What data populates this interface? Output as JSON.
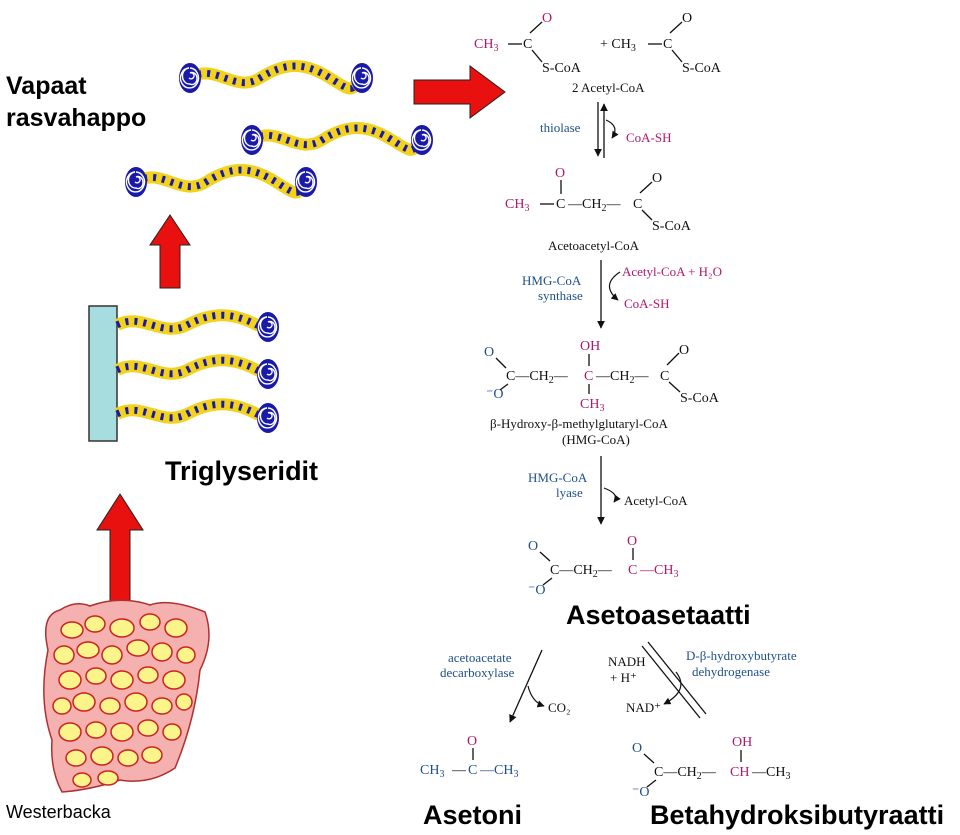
{
  "labels": {
    "fatty_acids": [
      "Vapaat",
      "rasvahappo"
    ],
    "triglycerides": "Triglyseridit",
    "acetoacetate": "Asetoasetaatti",
    "acetone": "Asetoni",
    "beta_hydroxybutyrate": "Betahydroksibutyraatti",
    "credit": "Westerbacka"
  },
  "pathway": {
    "acetyl_coa_name": "2 Acetyl-CoA",
    "thiolase": "thiolase",
    "coa_sh": "CoA-SH",
    "acetoacetyl_coa_name": "Acetoacetyl-CoA",
    "hmg_coa_synthase": [
      "HMG-CoA",
      "synthase"
    ],
    "acetyl_coa_plus_water": "Acetyl-CoA + H₂O",
    "hmg_coa_name": [
      "β-Hydroxy-β-methylglutaryl-CoA",
      "(HMG-CoA)"
    ],
    "hmg_coa_lyase": [
      "HMG-CoA",
      "lyase"
    ],
    "acetyl_coa": "Acetyl-CoA",
    "decarboxylase": [
      "acetoacetate",
      "decarboxylase"
    ],
    "co2": "CO₂",
    "nadh": [
      "NADH",
      "+ H⁺"
    ],
    "nad": "NAD⁺",
    "dehydrogenase": [
      "D-β-hydroxybutyrate",
      "dehydrogenase"
    ]
  },
  "colors": {
    "arrow_red": "#e8110f",
    "chain_yellow": "#f2d21a",
    "chain_blue": "#1a1aa8",
    "glycerol_block": "#a8dde0",
    "adipose_fill": "#f5b0b0",
    "fat_cell": "#fbf48a",
    "chem_magenta": "#b0186c",
    "chem_blue": "#1f4f8a"
  }
}
